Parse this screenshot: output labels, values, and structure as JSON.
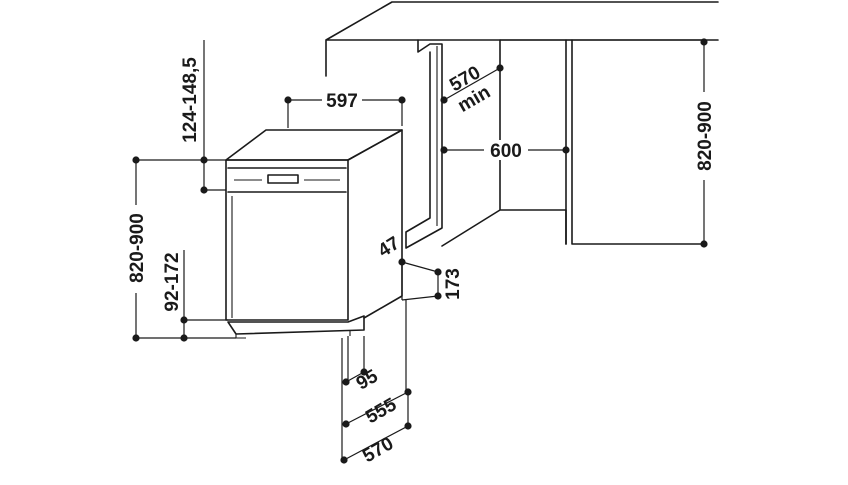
{
  "dimensions": {
    "width_top": "597",
    "top_panel_height": "124-148,5",
    "height_left": "820-900",
    "plinth_height": "92-172",
    "door_swing": "47",
    "side_173": "173",
    "depth_95": "95",
    "depth_555": "555",
    "depth_570_bottom": "570",
    "niche_depth_min_value": "570",
    "niche_depth_min_word": "min",
    "niche_width": "600",
    "niche_height": "820-900"
  },
  "colors": {
    "line": "#1a1a1a",
    "background": "#ffffff"
  }
}
